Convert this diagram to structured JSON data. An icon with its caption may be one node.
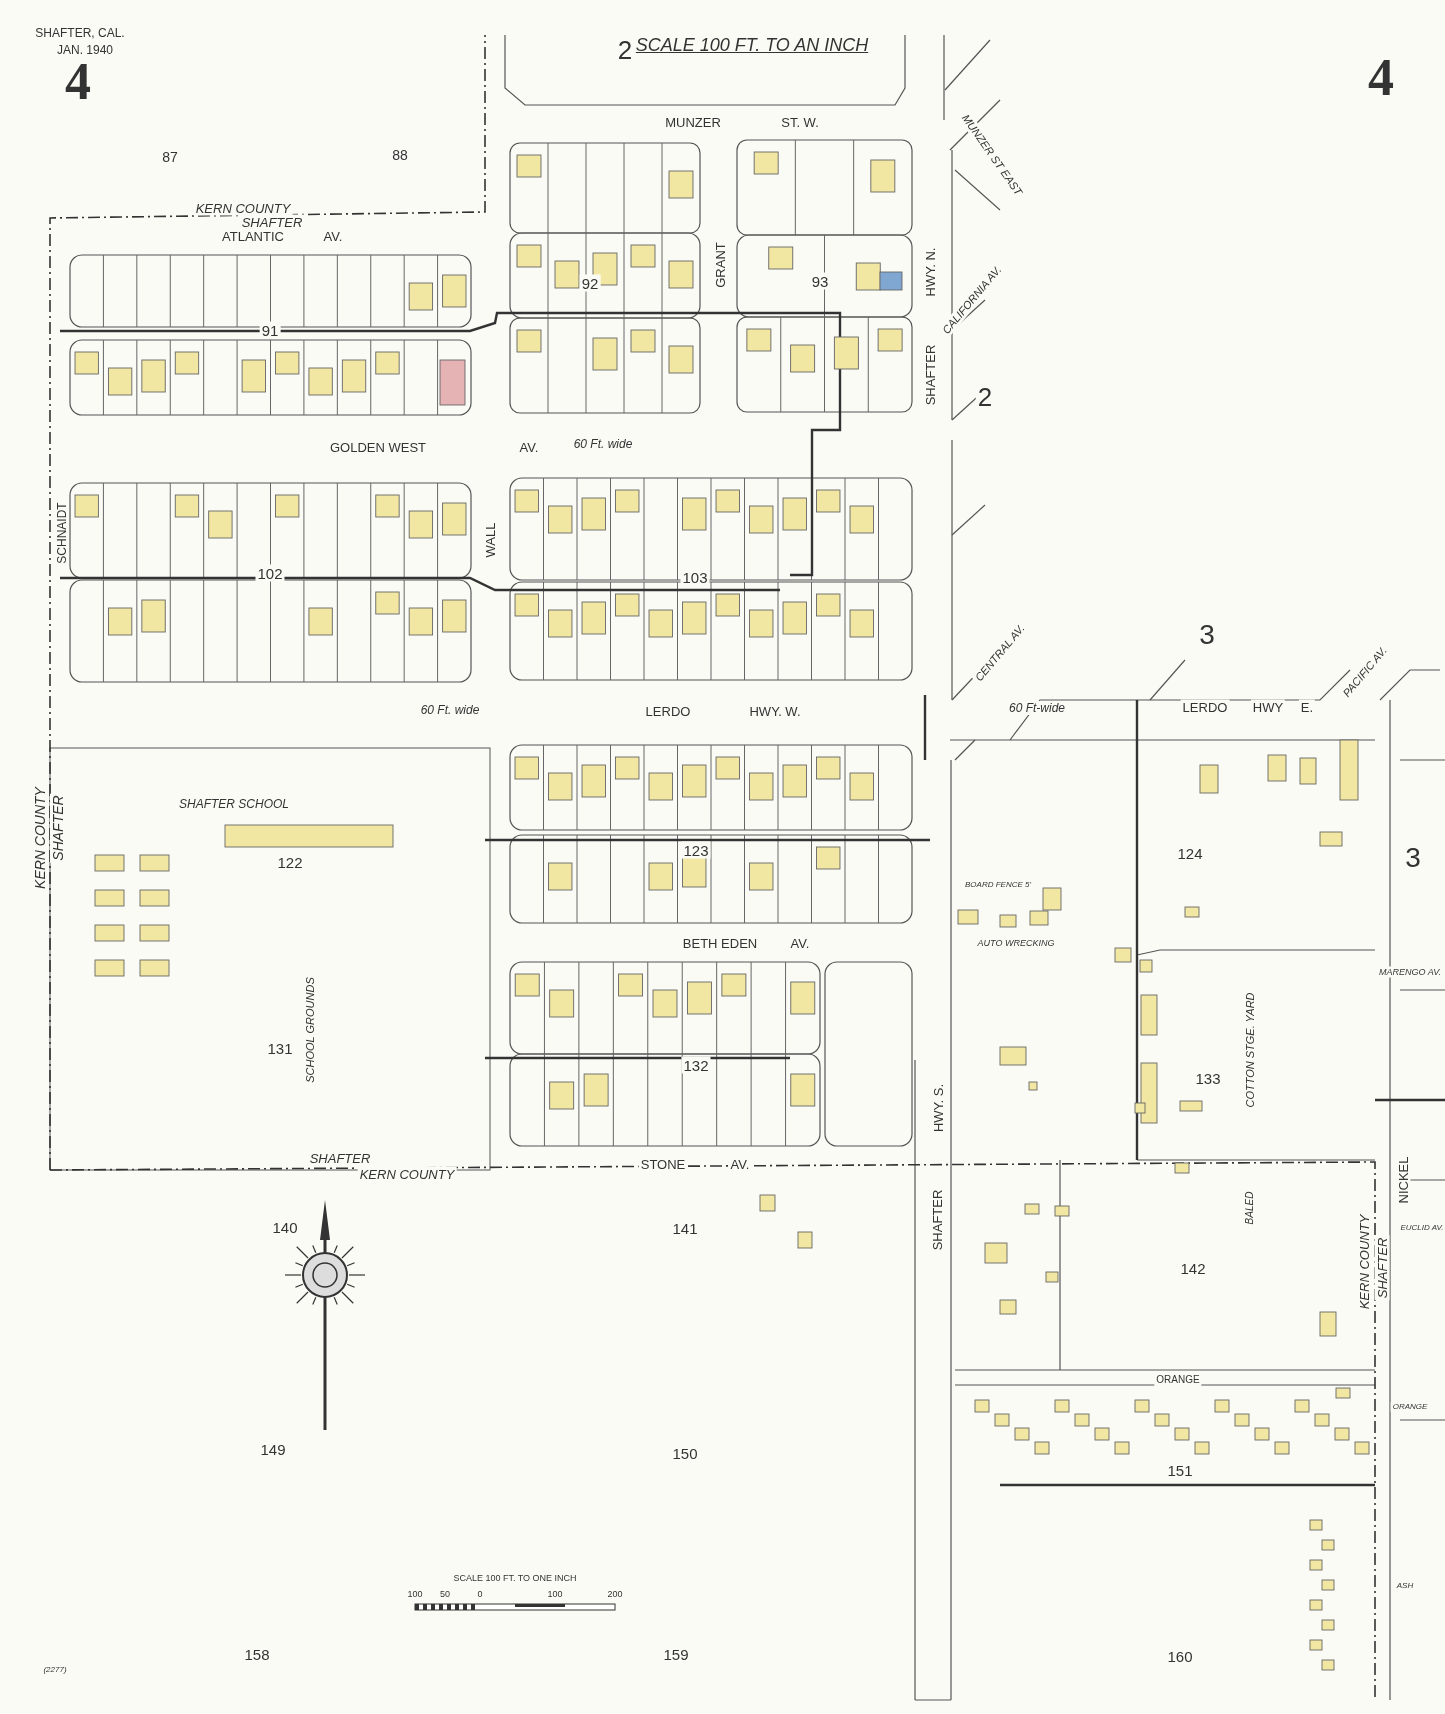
{
  "diagram": {
    "labels": [
      "SHAFTER, CAL.",
      "JAN. 1940",
      "4",
      "2",
      "SCALE 100 FT. TO AN INCH",
      "4",
      "MUNZER",
      "ST. W.",
      "MUNZER ST EAST",
      "87",
      "88",
      "KERN COUNTY",
      "SHAFTER",
      "ATLANTIC",
      "AV.",
      "92",
      "GRANT",
      "93",
      "HWY. N.",
      "CALIFORNIA AV.",
      "91",
      "SHAFTER",
      "2",
      "GOLDEN WEST",
      "AV.",
      "60 Ft. wide",
      "SCHNAIDT",
      "WALL",
      "102",
      "103",
      "CENTRAL AV.",
      "3",
      "PACIFIC AV.",
      "60 Ft. wide",
      "LERDO",
      "HWY. W.",
      "60 Ft-wide",
      "LERDO",
      "HWY",
      "E.",
      "KERN COUNTY",
      "SHAFTER",
      "SHAFTER SCHOOL",
      "122",
      "123",
      "124",
      "3",
      "BETH EDEN",
      "AV.",
      "BOARD FENCE 5'",
      "AUTO WRECKING",
      "MARENGO AV.",
      "SCHOOL GROUNDS",
      "131",
      "132",
      "HWY. S.",
      "COTTON STGE. YARD",
      "133",
      "SHAFTER",
      "KERN COUNTY",
      "STONE",
      "AV.",
      "NICKEL",
      "BALED",
      "EUCLID AV.",
      "140",
      "141",
      "SHAFTER",
      "KERN COUNTY",
      "SHAFTER",
      "142",
      "ORANGE",
      "ORANGE",
      "149",
      "150",
      "151",
      "ASH",
      "SCALE 100 FT. TO ONE INCH",
      "100",
      "50",
      "0",
      "100",
      "200",
      "158",
      "159",
      "160",
      "(2277)"
    ]
  }
}
